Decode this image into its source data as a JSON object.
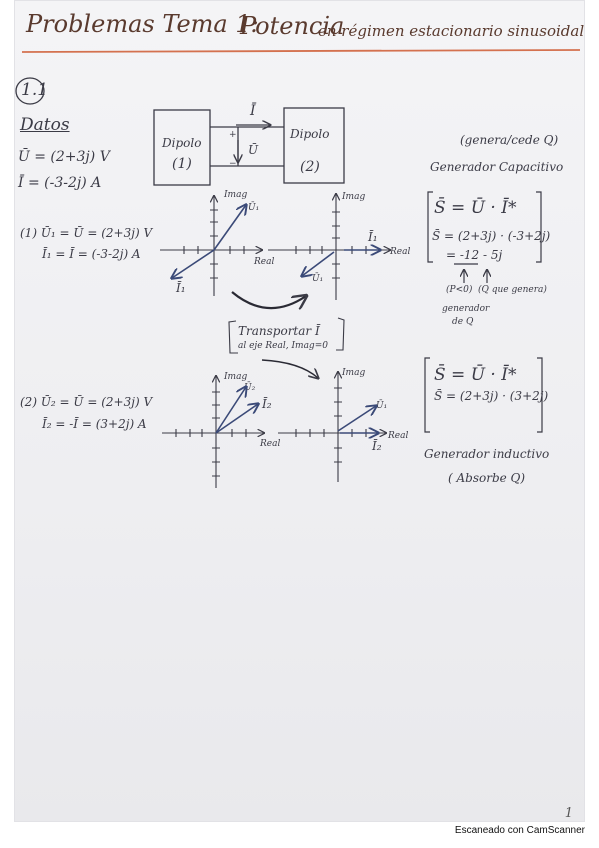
{
  "title": {
    "main": "Problemas  Tema 1:",
    "topic_a": "Potencia",
    "topic_b": "en régimen estacionario sinusoidal"
  },
  "problem_number": "1.1",
  "datos": {
    "heading": "Datos",
    "u": "Ū = (2+3j) V",
    "i": "Ī = (-3-2j) A"
  },
  "circuit": {
    "dipolo1_line1": "Dipolo",
    "dipolo1_line2": "(1)",
    "dipolo2_line1": "Dipolo",
    "dipolo2_line2": "(2)",
    "current_label": "Ī",
    "voltage_label": "Ū",
    "plus": "+",
    "minus": "−"
  },
  "case1": {
    "line1": "(1) Ū₁ = Ū = (2+3j) V",
    "line2": "Ī₁ = Ī = (-3-2j) A",
    "note_top": "(genera/cede Q)",
    "note_type": "Generador Capacitivo",
    "eq1": "S̄ = Ū · Ī*",
    "eq2": "S̄ = (2+3j) · (-3+2j)",
    "eq3": "= -12 - 5j",
    "annot1": "(P<0)",
    "annot2": "(Q que genera)",
    "annot3": "generador",
    "annot4": "de Q"
  },
  "transport_note": {
    "line1": "Transportar Ī",
    "line2": "al eje Real, Imag=0"
  },
  "case2": {
    "line1": "(2) Ū₂ = Ū = (2+3j) V",
    "line2": "Ī₂ = -Ī = (3+2j) A",
    "eq1": "S̄ = Ū · Ī*",
    "eq2": "S̄ = (2+3j) · (3+2j)",
    "note_type": "Generador inductivo",
    "note_sub": "( Absorbe Q)"
  },
  "axes": {
    "imag": "Imag",
    "real": "Real"
  },
  "vectors": {
    "u1": "Ū₁",
    "i1": "Ī₁",
    "u2": "Ū₂",
    "i2": "Ī₂",
    "i1_label": "Ī₁"
  },
  "page_number": "1",
  "footer": "Escaneado con CamScanner"
}
